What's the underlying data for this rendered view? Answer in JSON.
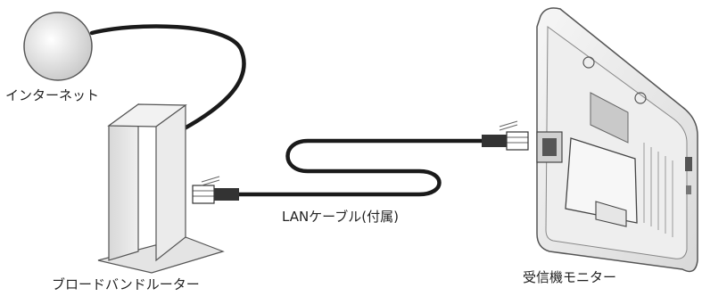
{
  "labels": {
    "internet": "インターネット",
    "router": "ブロードバンドルーター",
    "cable": "LANケーブル(付属)",
    "monitor": "受信機モニター"
  },
  "icons": {
    "internet": "globe-icon",
    "router": "router-icon",
    "cable": "lan-cable-icon",
    "monitor": "monitor-icon"
  }
}
